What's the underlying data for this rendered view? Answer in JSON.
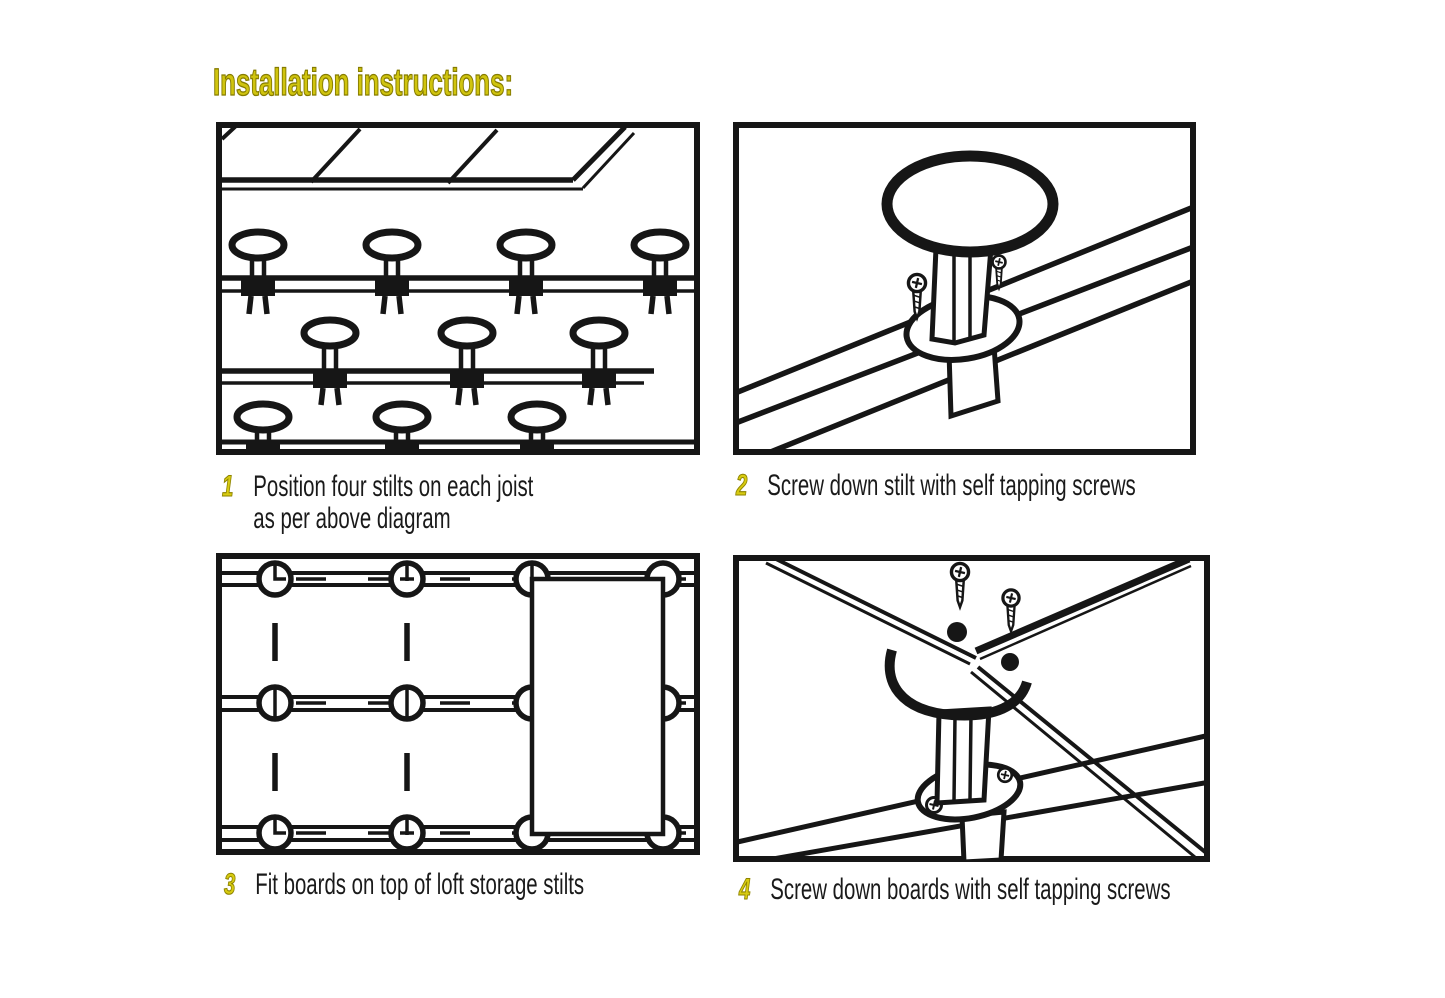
{
  "page": {
    "title": "Installation instructions:"
  },
  "colors": {
    "highlight_yellow": "#d0c40e",
    "ink_black": "#161616",
    "paper_white": "#ffffff"
  },
  "steps": [
    {
      "number": "1",
      "caption": "Position four stilts on each joist",
      "caption_line2": "as per above diagram",
      "illustration": "stilts-positioned-on-joists-diagram"
    },
    {
      "number": "2",
      "caption": "Screw down stilt with self tapping screws",
      "illustration": "stilt-screwed-to-joist-diagram"
    },
    {
      "number": "3",
      "caption": "Fit boards on top of loft storage stilts",
      "illustration": "boards-on-stilts-plan-view-diagram"
    },
    {
      "number": "4",
      "caption": "Screw down boards with self tapping screws",
      "illustration": "board-screwed-to-stilt-diagram"
    }
  ]
}
